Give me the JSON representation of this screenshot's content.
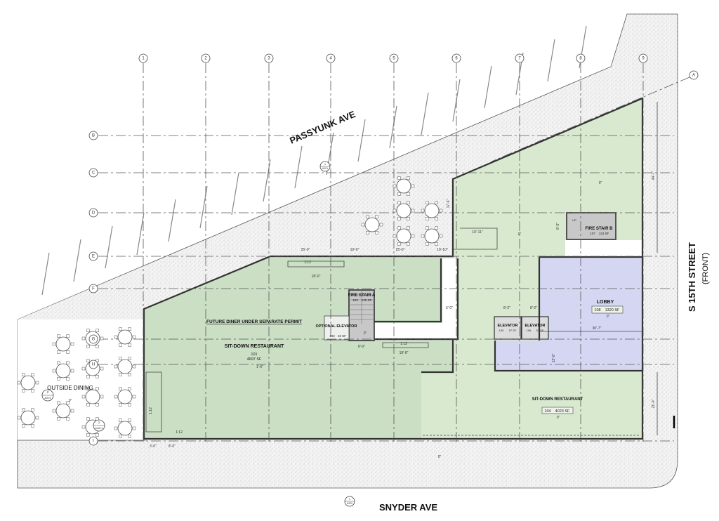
{
  "streets": {
    "passyunk": "PASSYUNK AVE",
    "snyder": "SNYDER AVE",
    "fifteenth": "S 15TH STREET",
    "fifteenth_note": "(FRONT)"
  },
  "grid_columns": [
    "1",
    "2",
    "3",
    "4",
    "5",
    "6",
    "7",
    "8",
    "9"
  ],
  "grid_rows": [
    "A",
    "B",
    "C",
    "D",
    "E",
    "F",
    "G",
    "H",
    "I"
  ],
  "rooms": [
    {
      "name": "SIT-DOWN RESTAURANT",
      "number": "101",
      "area": "4697 SF",
      "elev": "1'-6\""
    },
    {
      "name": "FIRE STAIR A",
      "number": "103",
      "area": "125 SF",
      "elev": "0\""
    },
    {
      "name": "OPTIONAL ELEVATOR",
      "number": "102",
      "area": "48 SF"
    },
    {
      "name": "LOBBY",
      "number": "108",
      "area": "1320 SF",
      "elev": "0\""
    },
    {
      "name": "ELEVATOR",
      "number": "105",
      "area": "57 SF"
    },
    {
      "name": "ELEVATOR",
      "number": "106",
      "area": "57 SF"
    },
    {
      "name": "FIRE STAIR B",
      "number": "107",
      "area": "124 SF"
    },
    {
      "name": "SIT-DOWN RESTAURANT",
      "number": "104",
      "area": "4023 SF",
      "elev": "0\""
    }
  ],
  "notes": {
    "future_diner": "FUTURE DINER UNDER SEPARATE PERMIT",
    "outside_dining": "OUTSIDE DINING",
    "outside_elev": "0\"",
    "up": "UP"
  },
  "section_markers": [
    {
      "num": "1",
      "sheet": "A201"
    },
    {
      "num": "2",
      "sheet": "A201"
    },
    {
      "num": "1",
      "sheet": "A200"
    },
    {
      "num": "1",
      "sheet": "A100.1"
    }
  ],
  "dimensions": {
    "east_top": "44'-7\"",
    "east_bottom": "21'-0\"",
    "lobby_width": "30'-7\"",
    "lobby_depth": "13'-0\"",
    "elev_w1": "8'-2\"",
    "elev_w2": "8'-2\"",
    "court_a": "25'-0\"",
    "court_b": "10'-0\"",
    "court_c": "25'-0\"",
    "court_d": "19'-10\"",
    "court_e": "10'-11\"",
    "court_f": "17'-6\"",
    "ramp_a": "18'-0\"",
    "ramp_b": "19'-0\"",
    "stair_a_w": "8'-0\"",
    "stair_b_h": "8'-3\"",
    "corr": "6'-0\"",
    "sw_a": "3'-0\"",
    "sw_b": "8'-0\"",
    "slope": "1:12",
    "lobby_elev": "0\"",
    "court_elev": "0\"",
    "sidewalk_elev": "0\""
  },
  "colors": {
    "restaurant_west": "#cadfc4",
    "restaurant_east": "#d9e9d0",
    "lobby": "#d5d7f2",
    "stair": "#c8c8c8",
    "sidewalk": "#f0f0f0"
  }
}
